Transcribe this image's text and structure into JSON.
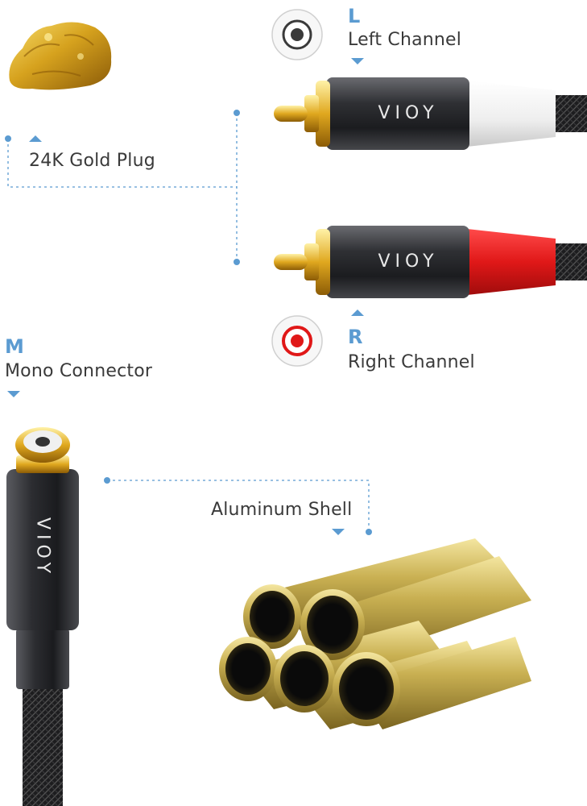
{
  "labels": {
    "gold_plug": "24K Gold Plug",
    "left_letter": "L",
    "left_channel": "Left Channel",
    "right_letter": "R",
    "right_channel": "Right Channel",
    "mono_letter": "M",
    "mono_connector": "Mono Connector",
    "aluminum_shell": "Aluminum Shell"
  },
  "brand": {
    "logo_text": "VIOY"
  },
  "colors": {
    "accent": "#5b9bd1",
    "plug_white": "#f2f2f2",
    "plug_red": "#e01818",
    "gold": "#d4a017",
    "shell_dark": "#2e2f33"
  }
}
